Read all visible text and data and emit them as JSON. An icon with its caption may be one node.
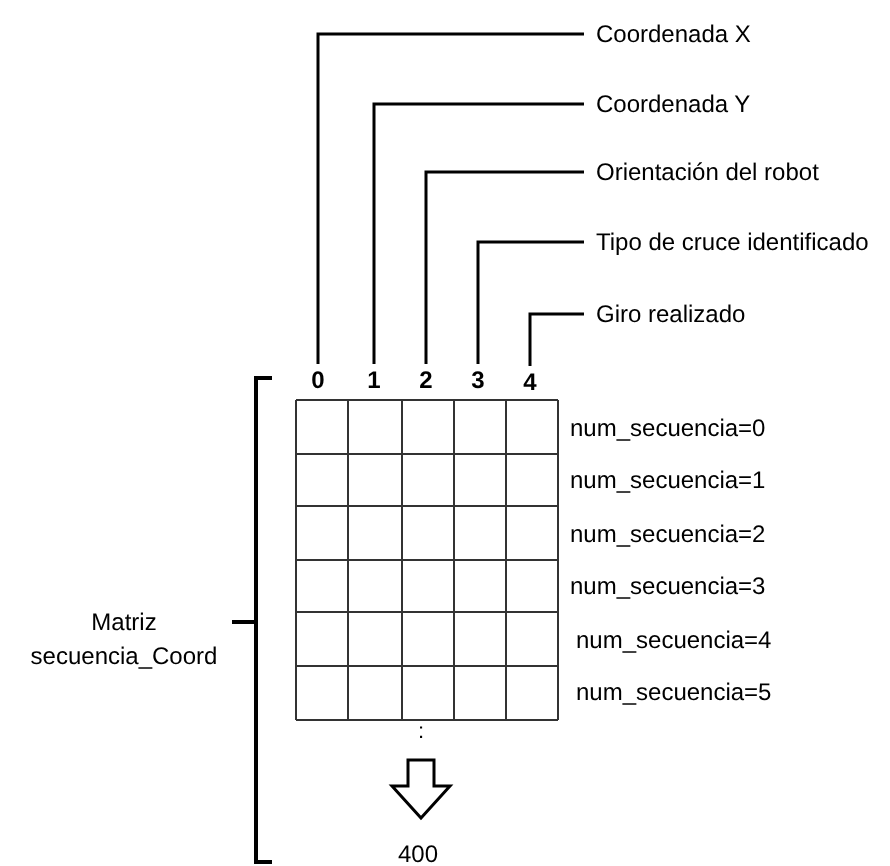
{
  "diagram": {
    "nodes": [
      {
        "text": [
          "0"
        ]
      },
      {
        "text": [
          "1"
        ]
      },
      {
        "text": [
          "2"
        ]
      },
      {
        "text": [
          "3"
        ]
      },
      {
        "text": [
          "4"
        ]
      },
      {
        "text": [
          "Coordenada X"
        ]
      },
      {
        "text": [
          "Coordenada Y"
        ]
      },
      {
        "text": [
          "Orientación del robot"
        ]
      },
      {
        "text": [
          "Tipo de cruce identificado"
        ]
      },
      {
        "text": [
          "Giro realizado"
        ]
      }
    ],
    "edges": [
      {
        "from": 0,
        "to": 5,
        "arrow": "none"
      },
      {
        "from": 1,
        "to": 6,
        "arrow": "none"
      },
      {
        "from": 2,
        "to": 7,
        "arrow": "none"
      },
      {
        "from": 3,
        "to": 8,
        "arrow": "none"
      },
      {
        "from": 4,
        "to": 9,
        "arrow": "none"
      }
    ],
    "labels": [
      "num_secuencia=0",
      "num_secuencia=1",
      "num_secuencia=2",
      "num_secuencia=3",
      "num_secuencia=4",
      "num_secuencia=5",
      "Matriz secuencia_Coord",
      ":",
      "400"
    ]
  }
}
